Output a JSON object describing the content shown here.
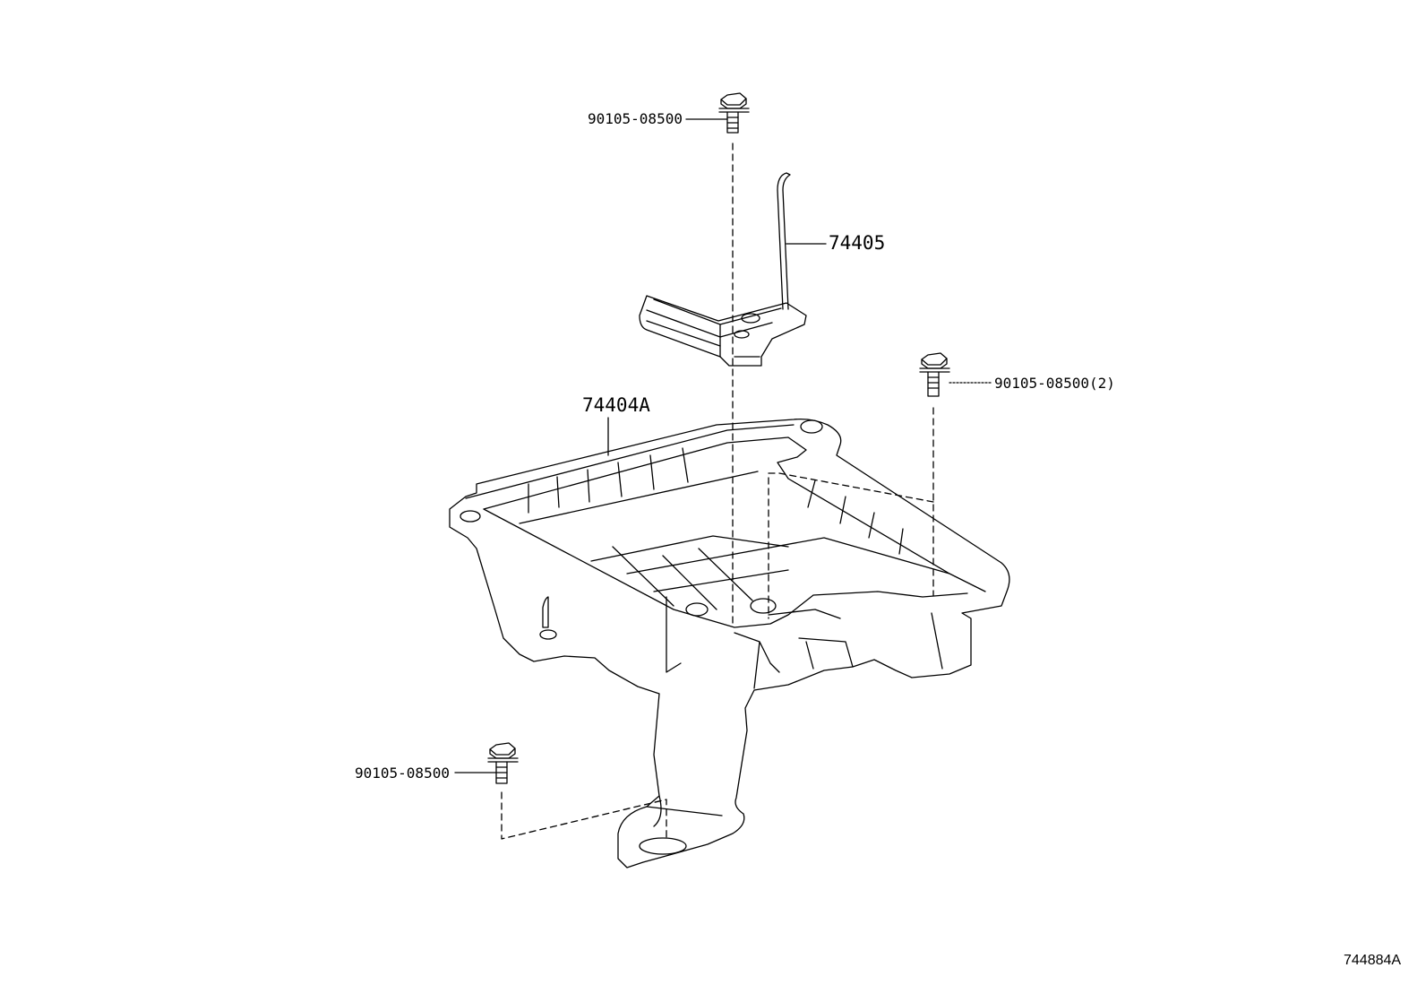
{
  "labels": {
    "bolt_top": "90105-08500",
    "bracket": "74405",
    "tray": "74404A",
    "bolt_right": "90105-08500(2)",
    "bolt_left": "90105-08500",
    "illustration_id": "744884A"
  },
  "colors": {
    "line": "#000000",
    "background": "#ffffff"
  }
}
